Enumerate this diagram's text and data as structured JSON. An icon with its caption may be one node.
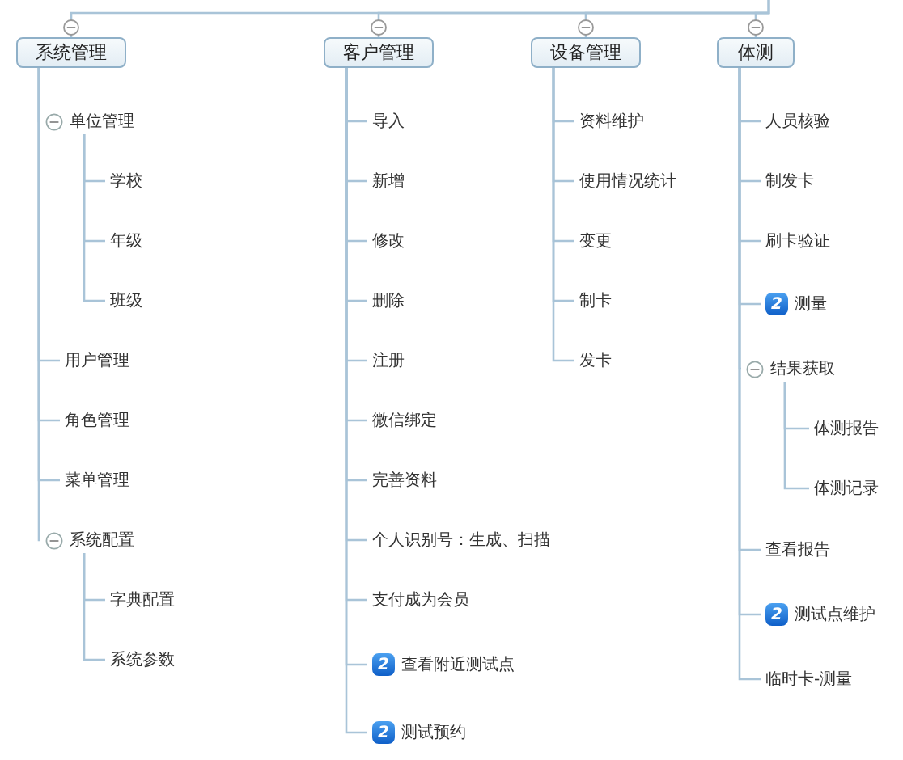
{
  "diagram": {
    "nodes": [
      {
        "text": [
          "系统管理"
        ]
      },
      {
        "text": [
          "单位管理"
        ]
      },
      {
        "text": [
          "学校"
        ]
      },
      {
        "text": [
          "年级"
        ]
      },
      {
        "text": [
          "班级"
        ]
      },
      {
        "text": [
          "用户管理"
        ]
      },
      {
        "text": [
          "角色管理"
        ]
      },
      {
        "text": [
          "菜单管理"
        ]
      },
      {
        "text": [
          "系统配置"
        ]
      },
      {
        "text": [
          "字典配置"
        ]
      },
      {
        "text": [
          "系统参数"
        ]
      },
      {
        "text": [
          "客户管理"
        ]
      },
      {
        "text": [
          "导入"
        ]
      },
      {
        "text": [
          "新增"
        ]
      },
      {
        "text": [
          "修改"
        ]
      },
      {
        "text": [
          "删除"
        ]
      },
      {
        "text": [
          "注册"
        ]
      },
      {
        "text": [
          "微信绑定"
        ]
      },
      {
        "text": [
          "完善资料"
        ]
      },
      {
        "text": [
          "个人识别号：生成、扫描"
        ]
      },
      {
        "text": [
          "支付成为会员"
        ]
      },
      {
        "text": [
          "2",
          "查看附近测试点"
        ]
      },
      {
        "text": [
          "2",
          "测试预约"
        ]
      },
      {
        "text": [
          "设备管理"
        ]
      },
      {
        "text": [
          "资料维护"
        ]
      },
      {
        "text": [
          "使用情况统计"
        ]
      },
      {
        "text": [
          "变更"
        ]
      },
      {
        "text": [
          "制卡"
        ]
      },
      {
        "text": [
          "发卡"
        ]
      },
      {
        "text": [
          "体测"
        ]
      },
      {
        "text": [
          "人员核验"
        ]
      },
      {
        "text": [
          "制发卡"
        ]
      },
      {
        "text": [
          "刷卡验证"
        ]
      },
      {
        "text": [
          "2",
          "测量"
        ]
      },
      {
        "text": [
          "结果获取"
        ]
      },
      {
        "text": [
          "体测报告"
        ]
      },
      {
        "text": [
          "体测记录"
        ]
      },
      {
        "text": [
          "查看报告"
        ]
      },
      {
        "text": [
          "2",
          "测试点维护"
        ]
      },
      {
        "text": [
          "临时卡-测量"
        ]
      }
    ],
    "edges": [
      {
        "from": null,
        "to": 0,
        "arrow": "none"
      },
      {
        "from": null,
        "to": 11,
        "arrow": "none"
      },
      {
        "from": null,
        "to": 23,
        "arrow": "none"
      },
      {
        "from": null,
        "to": 29,
        "arrow": "none"
      },
      {
        "from": 0,
        "to": 1,
        "arrow": "none"
      },
      {
        "from": 1,
        "to": 2,
        "arrow": "none"
      },
      {
        "from": 1,
        "to": 3,
        "arrow": "none"
      },
      {
        "from": 1,
        "to": 4,
        "arrow": "none"
      },
      {
        "from": 0,
        "to": 5,
        "arrow": "none"
      },
      {
        "from": 0,
        "to": 6,
        "arrow": "none"
      },
      {
        "from": 0,
        "to": 7,
        "arrow": "none"
      },
      {
        "from": 0,
        "to": 8,
        "arrow": "none"
      },
      {
        "from": 8,
        "to": 9,
        "arrow": "none"
      },
      {
        "from": 8,
        "to": 10,
        "arrow": "none"
      },
      {
        "from": 11,
        "to": 12,
        "arrow": "none"
      },
      {
        "from": 11,
        "to": 13,
        "arrow": "none"
      },
      {
        "from": 11,
        "to": 14,
        "arrow": "none"
      },
      {
        "from": 11,
        "to": 15,
        "arrow": "none"
      },
      {
        "from": 11,
        "to": 16,
        "arrow": "none"
      },
      {
        "from": 11,
        "to": 17,
        "arrow": "none"
      },
      {
        "from": 11,
        "to": 18,
        "arrow": "none"
      },
      {
        "from": 11,
        "to": 19,
        "arrow": "none"
      },
      {
        "from": 11,
        "to": 20,
        "arrow": "none"
      },
      {
        "from": 11,
        "to": 21,
        "arrow": "none"
      },
      {
        "from": 11,
        "to": 22,
        "arrow": "none"
      },
      {
        "from": 23,
        "to": 24,
        "arrow": "none"
      },
      {
        "from": 23,
        "to": 25,
        "arrow": "none"
      },
      {
        "from": 23,
        "to": 26,
        "arrow": "none"
      },
      {
        "from": 23,
        "to": 27,
        "arrow": "none"
      },
      {
        "from": 23,
        "to": 28,
        "arrow": "none"
      },
      {
        "from": 29,
        "to": 30,
        "arrow": "none"
      },
      {
        "from": 29,
        "to": 31,
        "arrow": "none"
      },
      {
        "from": 29,
        "to": 32,
        "arrow": "none"
      },
      {
        "from": 29,
        "to": 33,
        "arrow": "none"
      },
      {
        "from": 29,
        "to": 34,
        "arrow": "none"
      },
      {
        "from": 34,
        "to": 35,
        "arrow": "none"
      },
      {
        "from": 34,
        "to": 36,
        "arrow": "none"
      },
      {
        "from": 29,
        "to": 37,
        "arrow": "none"
      },
      {
        "from": 29,
        "to": 38,
        "arrow": "none"
      },
      {
        "from": 29,
        "to": 39,
        "arrow": "none"
      }
    ]
  }
}
